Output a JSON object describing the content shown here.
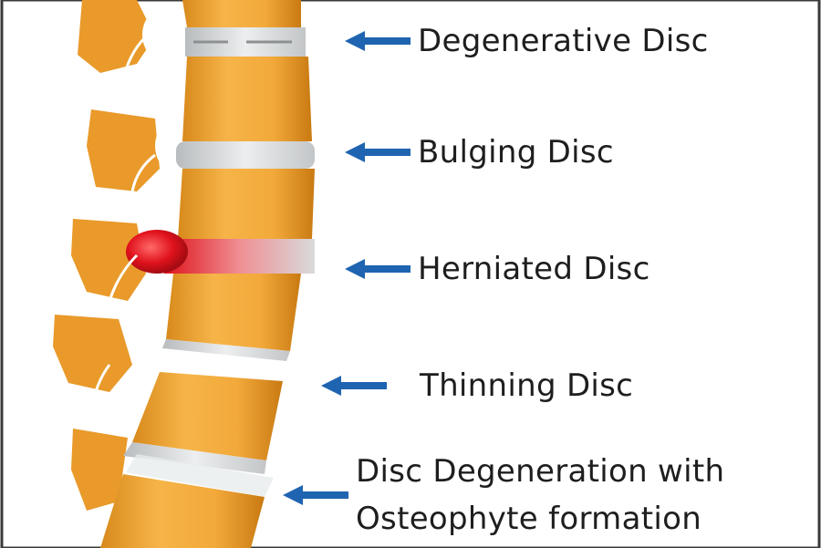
{
  "labels": {
    "degenerative": "Degenerative Disc",
    "bulging": "Bulging Disc",
    "herniated": "Herniated Disc",
    "thinning": "Thinning Disc",
    "osteophyte_line1": "Disc Degeneration with",
    "osteophyte_line2": "Osteophyte formation"
  },
  "colors": {
    "vertebra": "#f0a535",
    "vertebra_shadow": "#c97a12",
    "disc": "#d8dadb",
    "herniation": "#e0121c",
    "arrow": "#1f64b0",
    "border": "#3a3a3a"
  }
}
